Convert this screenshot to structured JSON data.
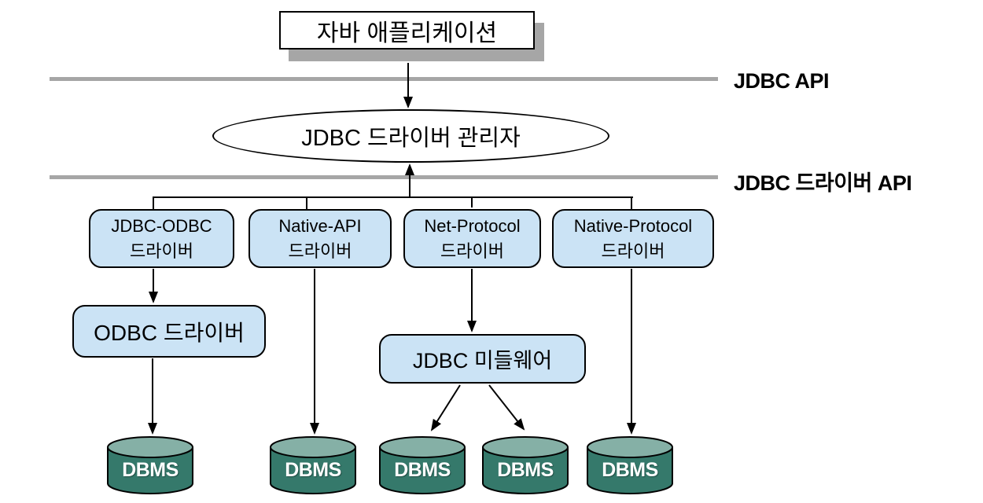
{
  "diagram": {
    "top_node": {
      "label": "자바 애플리케이션"
    },
    "driver_manager": {
      "label": "JDBC 드라이버 관리자"
    },
    "layer_labels": {
      "jdbc_api": "JDBC API",
      "jdbc_driver_api": "JDBC 드라이버 API"
    },
    "drivers": [
      {
        "line1": "JDBC-ODBC",
        "line2": "드라이버"
      },
      {
        "line1": "Native-API",
        "line2": "드라이버"
      },
      {
        "line1": "Net-Protocol",
        "line2": "드라이버"
      },
      {
        "line1": "Native-Protocol",
        "line2": "드라이버"
      }
    ],
    "odbc_driver": {
      "label": "ODBC 드라이버"
    },
    "middleware": {
      "label": "JDBC 미들웨어"
    },
    "dbms_label": "DBMS",
    "colors": {
      "box_fill": "#cbe3f5",
      "box_border": "#000000",
      "cylinder_body": "#35796b",
      "cylinder_top": "#85b0a6",
      "layer_line_gray": "#a6a6a6",
      "drop_shadow_gray": "#a6a6a6",
      "dbms_text": "#ffffff"
    }
  }
}
